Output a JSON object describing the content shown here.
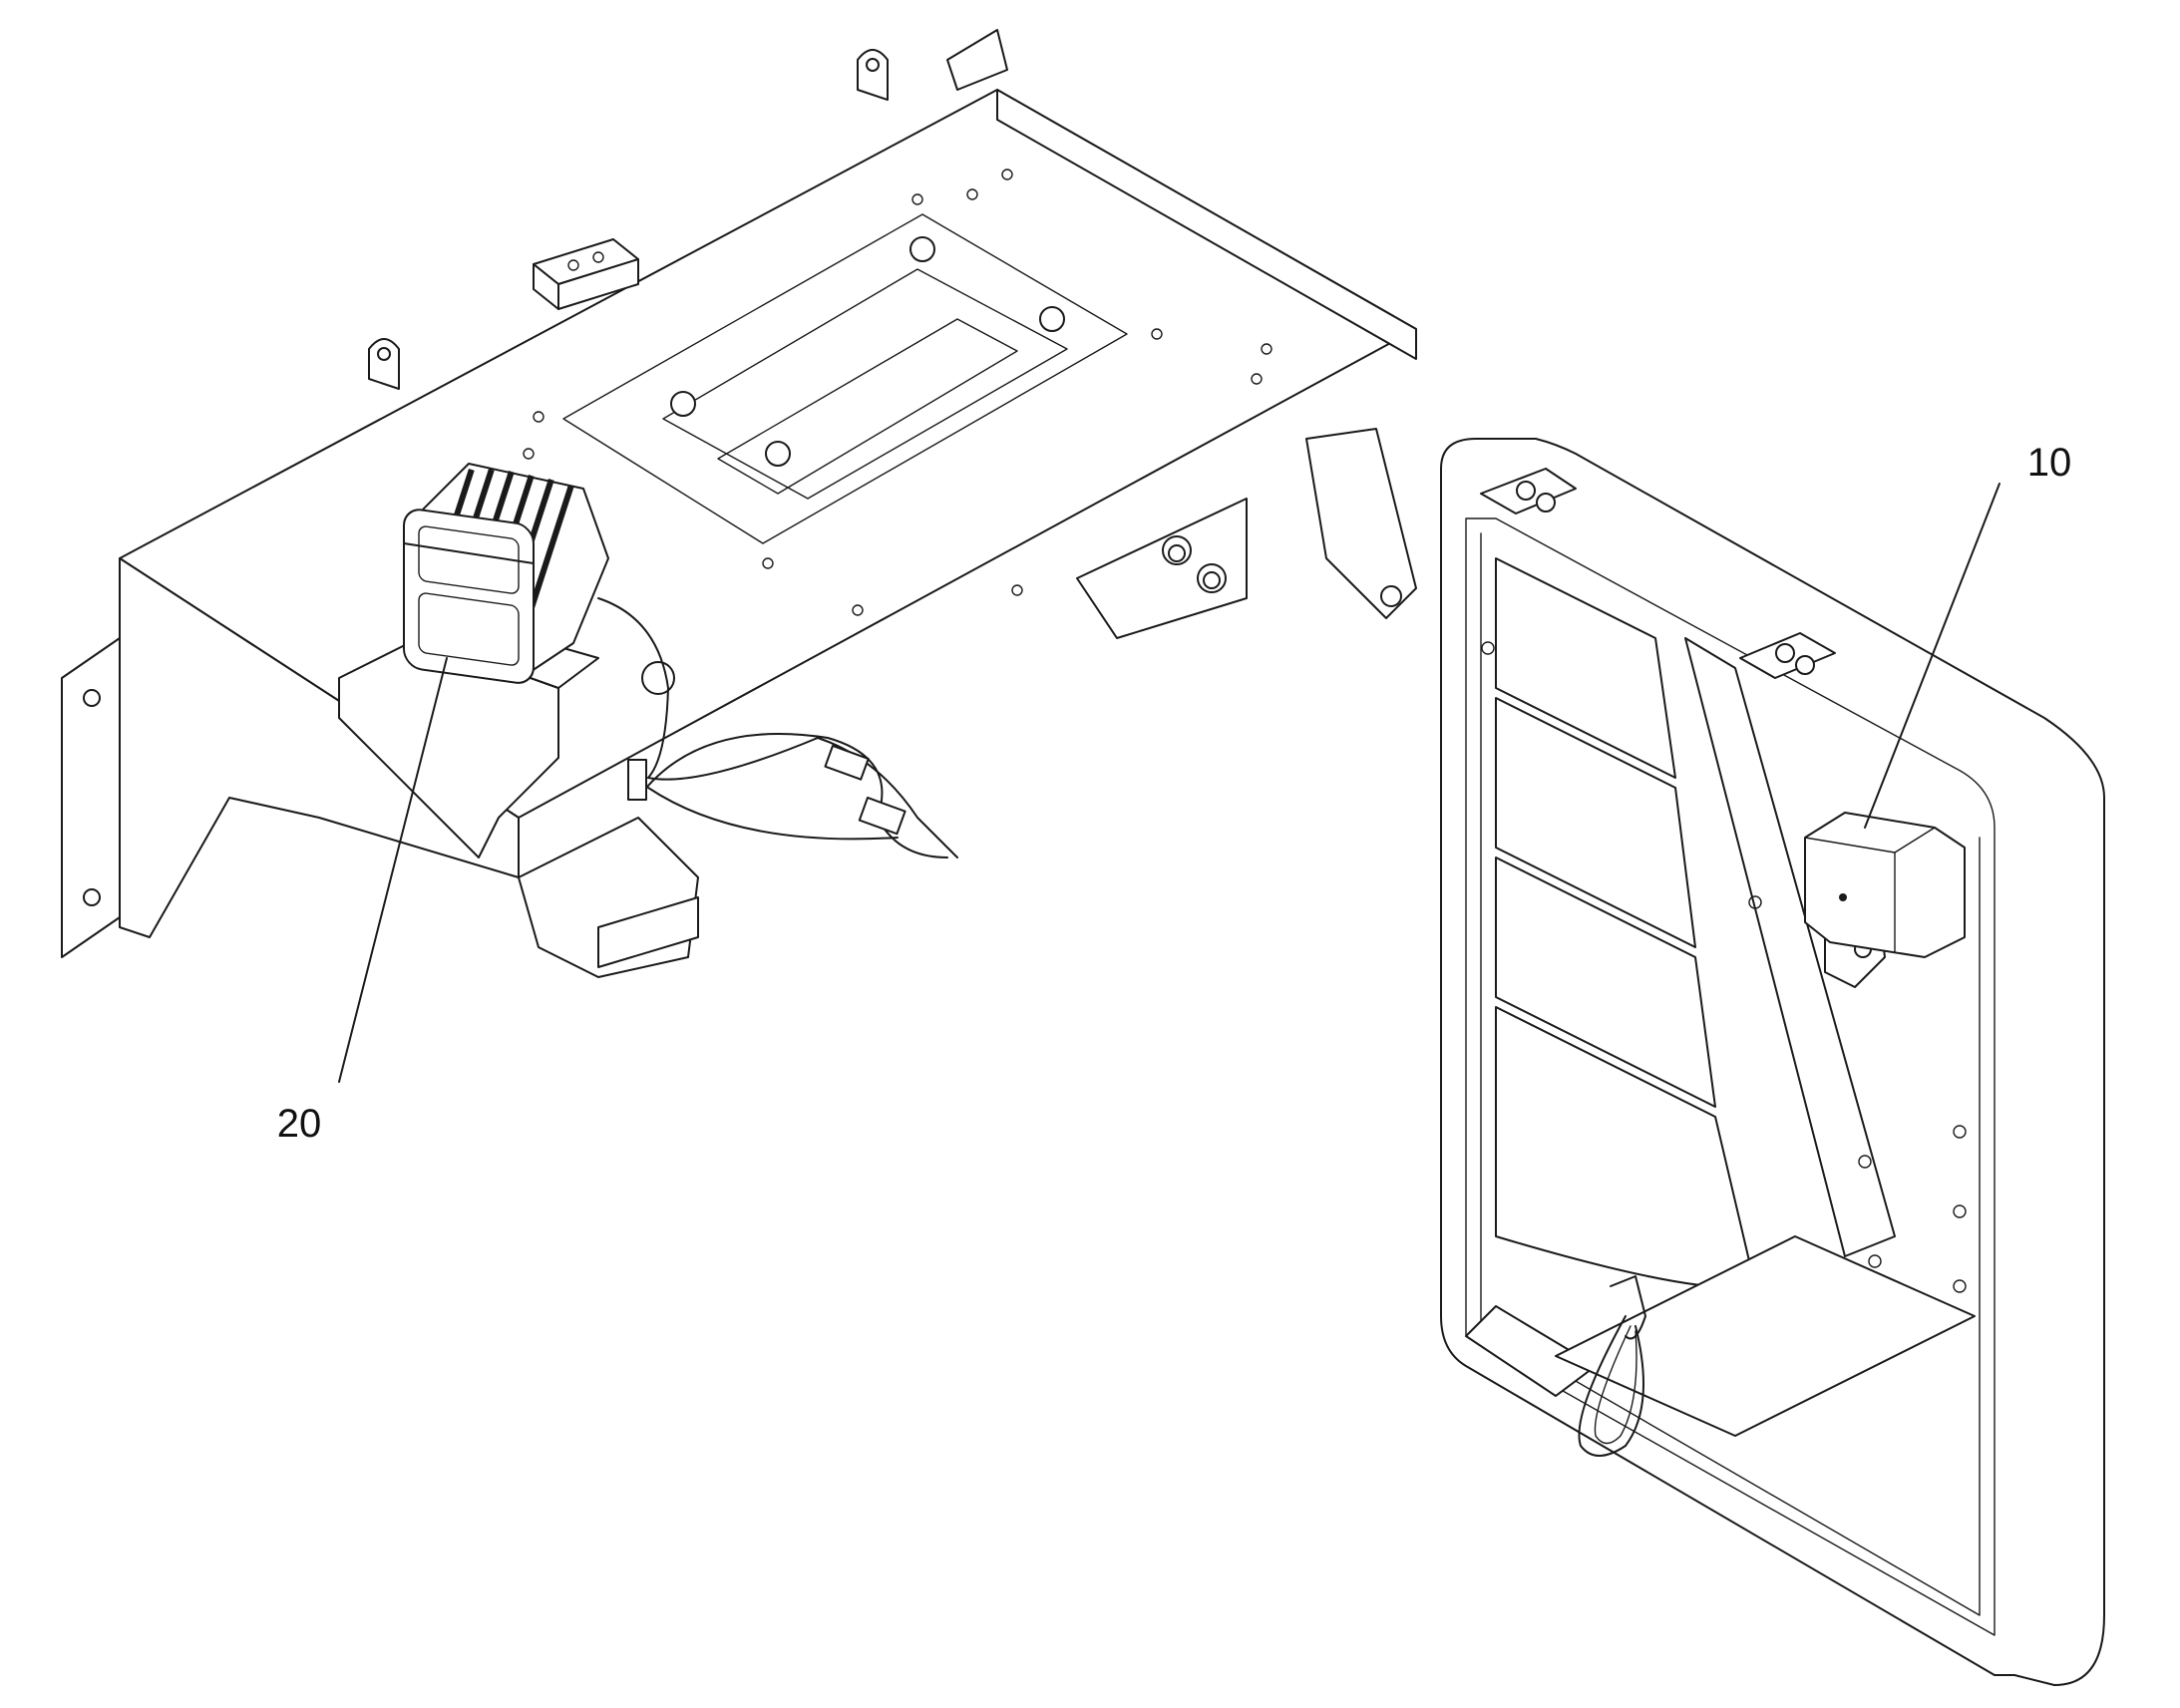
{
  "callouts": [
    {
      "id": "10",
      "text": "10"
    },
    {
      "id": "20",
      "text": "20"
    }
  ],
  "colors": {
    "line": "#1a1a1a",
    "background": "#ffffff"
  }
}
